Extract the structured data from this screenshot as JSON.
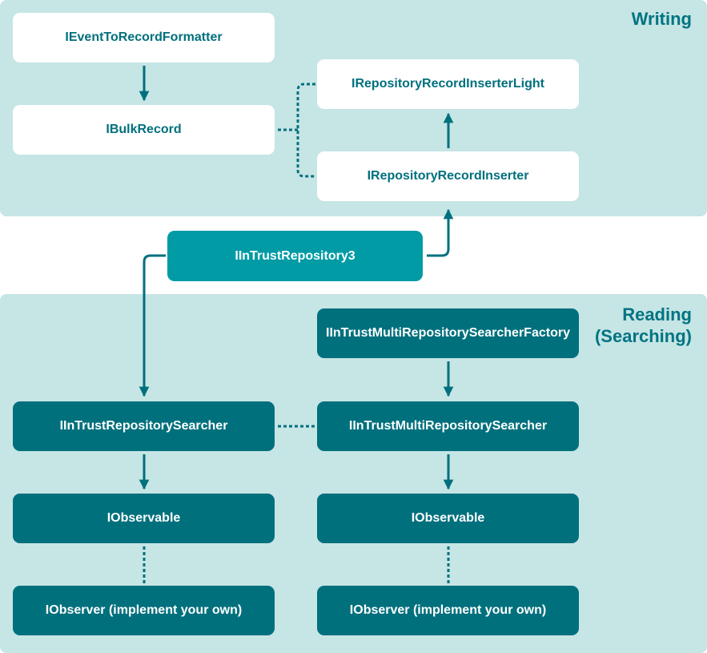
{
  "colors": {
    "panel": "#c6e5e5",
    "accent": "#00707d",
    "central": "#009ba5",
    "light_box": "#ffffff"
  },
  "writing": {
    "title": "Writing",
    "event_formatter": "IEventToRecordFormatter",
    "bulk_record": "IBulkRecord",
    "inserter_light": "IRepositoryRecordInserterLight",
    "inserter": "IRepositoryRecordInserter"
  },
  "central": {
    "repository": "IInTrustRepository3"
  },
  "reading": {
    "title_line1": "Reading",
    "title_line2": "(Searching)",
    "multi_searcher_factory": "IInTrustMultiRepositorySearcherFactory",
    "searcher": "IInTrustRepositorySearcher",
    "multi_searcher": "IInTrustMultiRepositorySearcher",
    "observable_left": "IObservable",
    "observable_right": "IObservable",
    "observer_left": "IObserver (implement your own)",
    "observer_right": "IObserver (implement your own)"
  }
}
